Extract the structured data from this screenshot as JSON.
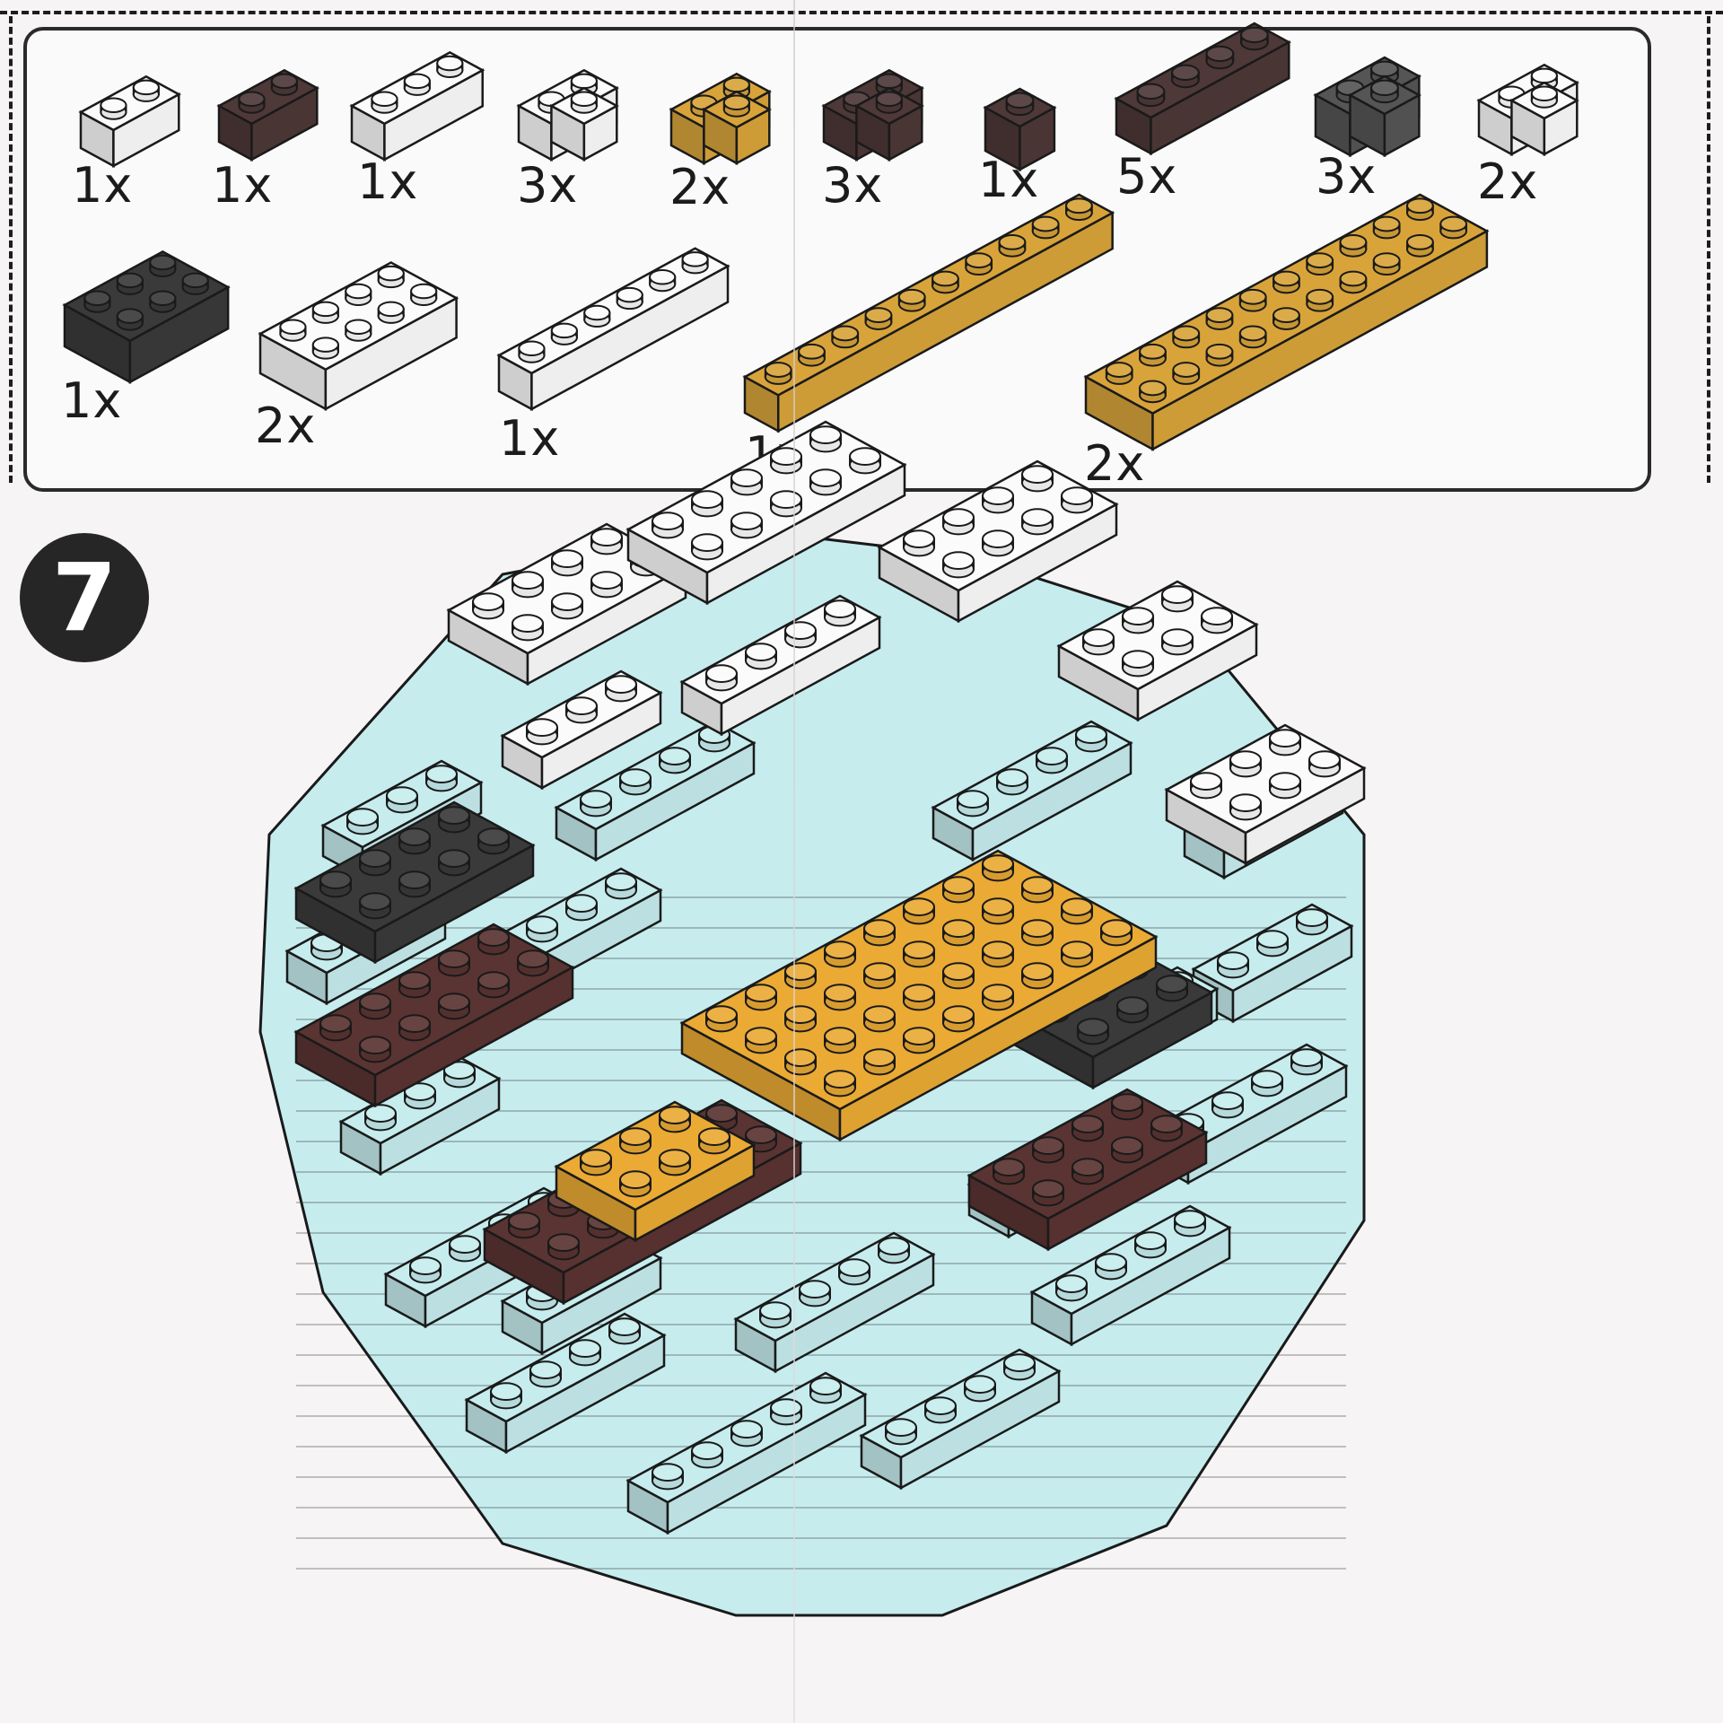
{
  "step": {
    "number": "7"
  },
  "parts": [
    {
      "label": "1x",
      "color": "white"
    },
    {
      "label": "1x",
      "color": "dark-brown"
    },
    {
      "label": "1x",
      "color": "white"
    },
    {
      "label": "3x",
      "color": "white"
    },
    {
      "label": "2x",
      "color": "tan"
    },
    {
      "label": "3x",
      "color": "dark-brown"
    },
    {
      "label": "1x",
      "color": "dark-brown"
    },
    {
      "label": "5x",
      "color": "dark-brown"
    },
    {
      "label": "3x",
      "color": "dark-gray"
    },
    {
      "label": "2x",
      "color": "white"
    },
    {
      "label": "1x",
      "color": "black"
    },
    {
      "label": "2x",
      "color": "white"
    },
    {
      "label": "1x",
      "color": "white"
    },
    {
      "label": "1x",
      "color": "tan"
    },
    {
      "label": "2x",
      "color": "tan"
    }
  ],
  "colors": {
    "white": "#fbfbfb",
    "dark-brown": "#4e3838",
    "tan": "#d8a43a",
    "dark-gray": "#555555",
    "black": "#3a3a3a",
    "light-blue": "#c6ecee",
    "orange": "#eaaa34",
    "brown": "#5a3432"
  }
}
